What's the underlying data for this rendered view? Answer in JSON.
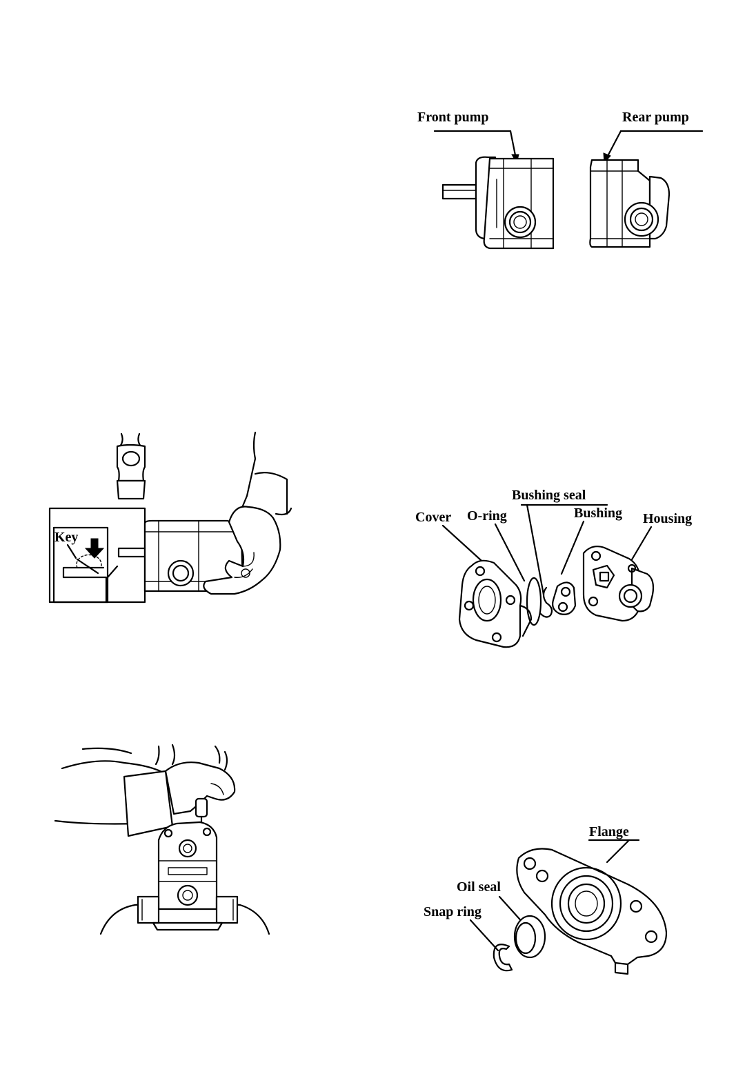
{
  "figures": {
    "pumps": {
      "front_label": "Front pump",
      "rear_label": "Rear pump"
    },
    "key_removal": {
      "key_label": "Key"
    },
    "bushing": {
      "cover_label": "Cover",
      "oring_label": "O-ring",
      "bushing_seal_label": "Bushing seal",
      "bushing_label": "Bushing",
      "housing_label": "Housing"
    },
    "flange": {
      "flange_label": "Flange",
      "oil_seal_label": "Oil seal",
      "snap_ring_label": "Snap ring"
    }
  }
}
